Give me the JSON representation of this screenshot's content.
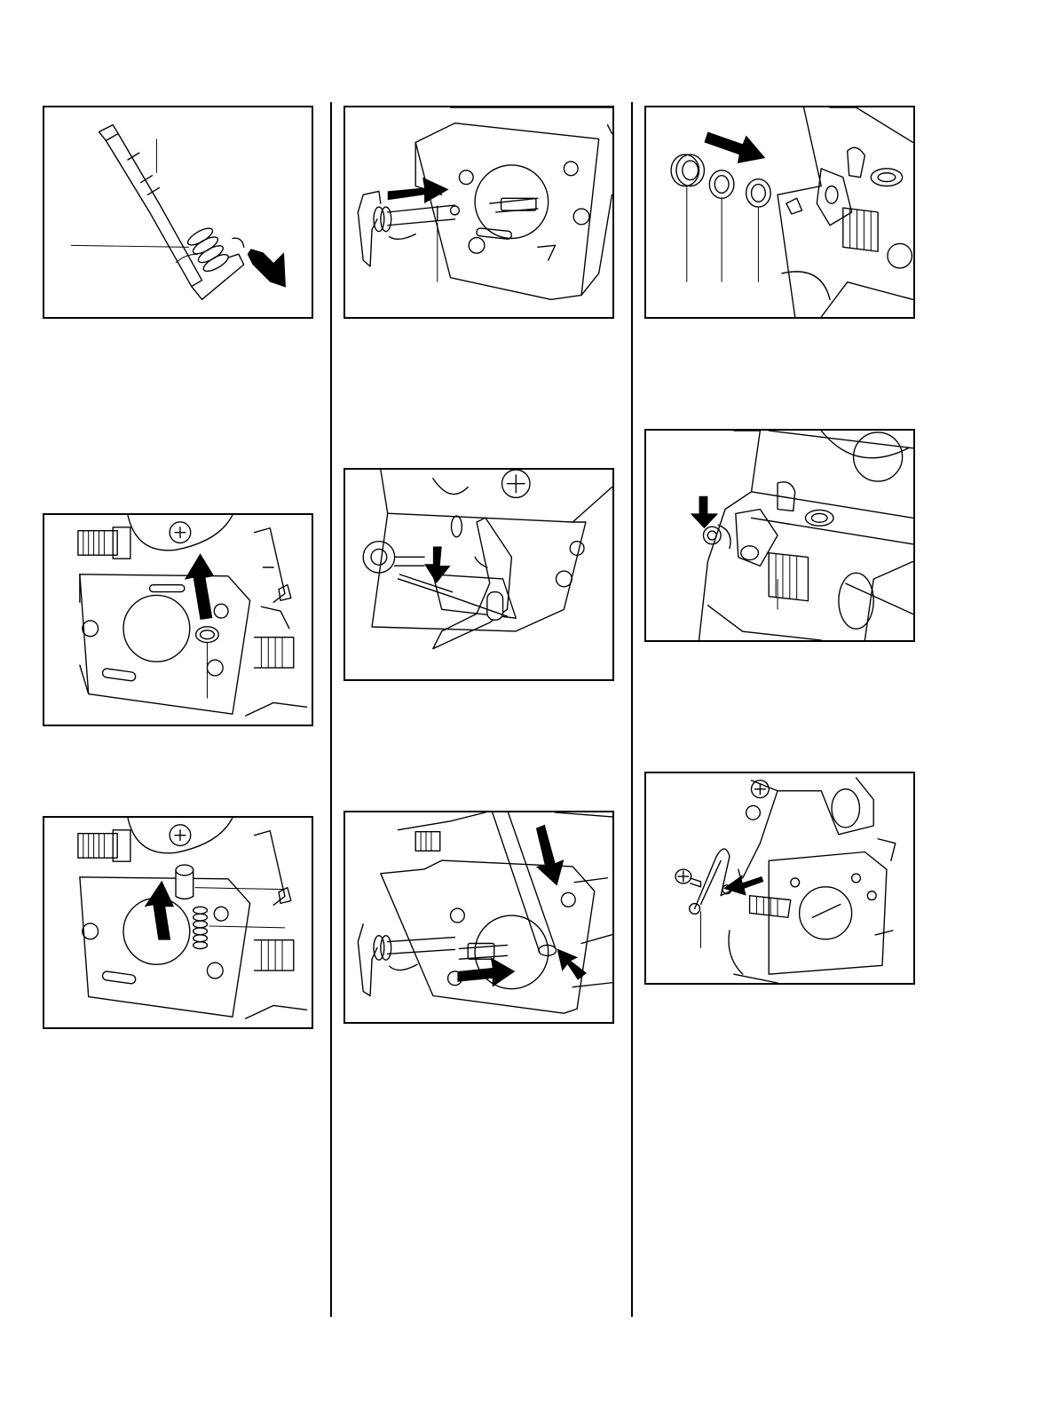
{
  "page": {
    "background": "#ffffff",
    "line_color": "#000000"
  },
  "figures": [
    {
      "id": "fig-1",
      "icons": [
        "shaft-icon",
        "spring-icon",
        "arrow-icon"
      ]
    },
    {
      "id": "fig-2",
      "icons": [
        "carburetor-icon",
        "arrow-icon",
        "bushing-icon"
      ]
    },
    {
      "id": "fig-3",
      "icons": [
        "carburetor-icon",
        "arrow-icon",
        "spring-icon"
      ]
    },
    {
      "id": "fig-4",
      "icons": [
        "carburetor-icon",
        "throttle-shaft-icon",
        "arrow-icon"
      ]
    },
    {
      "id": "fig-5",
      "icons": [
        "carburetor-icon",
        "lever-icon",
        "arrow-icon"
      ]
    },
    {
      "id": "fig-6",
      "icons": [
        "carburetor-icon",
        "rod-icon",
        "arrow-icon"
      ]
    },
    {
      "id": "fig-7",
      "icons": [
        "washer-icon",
        "seal-icon",
        "arrow-icon"
      ]
    },
    {
      "id": "fig-8",
      "icons": [
        "carburetor-icon",
        "circlip-icon",
        "arrow-icon"
      ]
    },
    {
      "id": "fig-9",
      "icons": [
        "carburetor-icon",
        "screw-icon",
        "arrow-icon"
      ]
    }
  ]
}
